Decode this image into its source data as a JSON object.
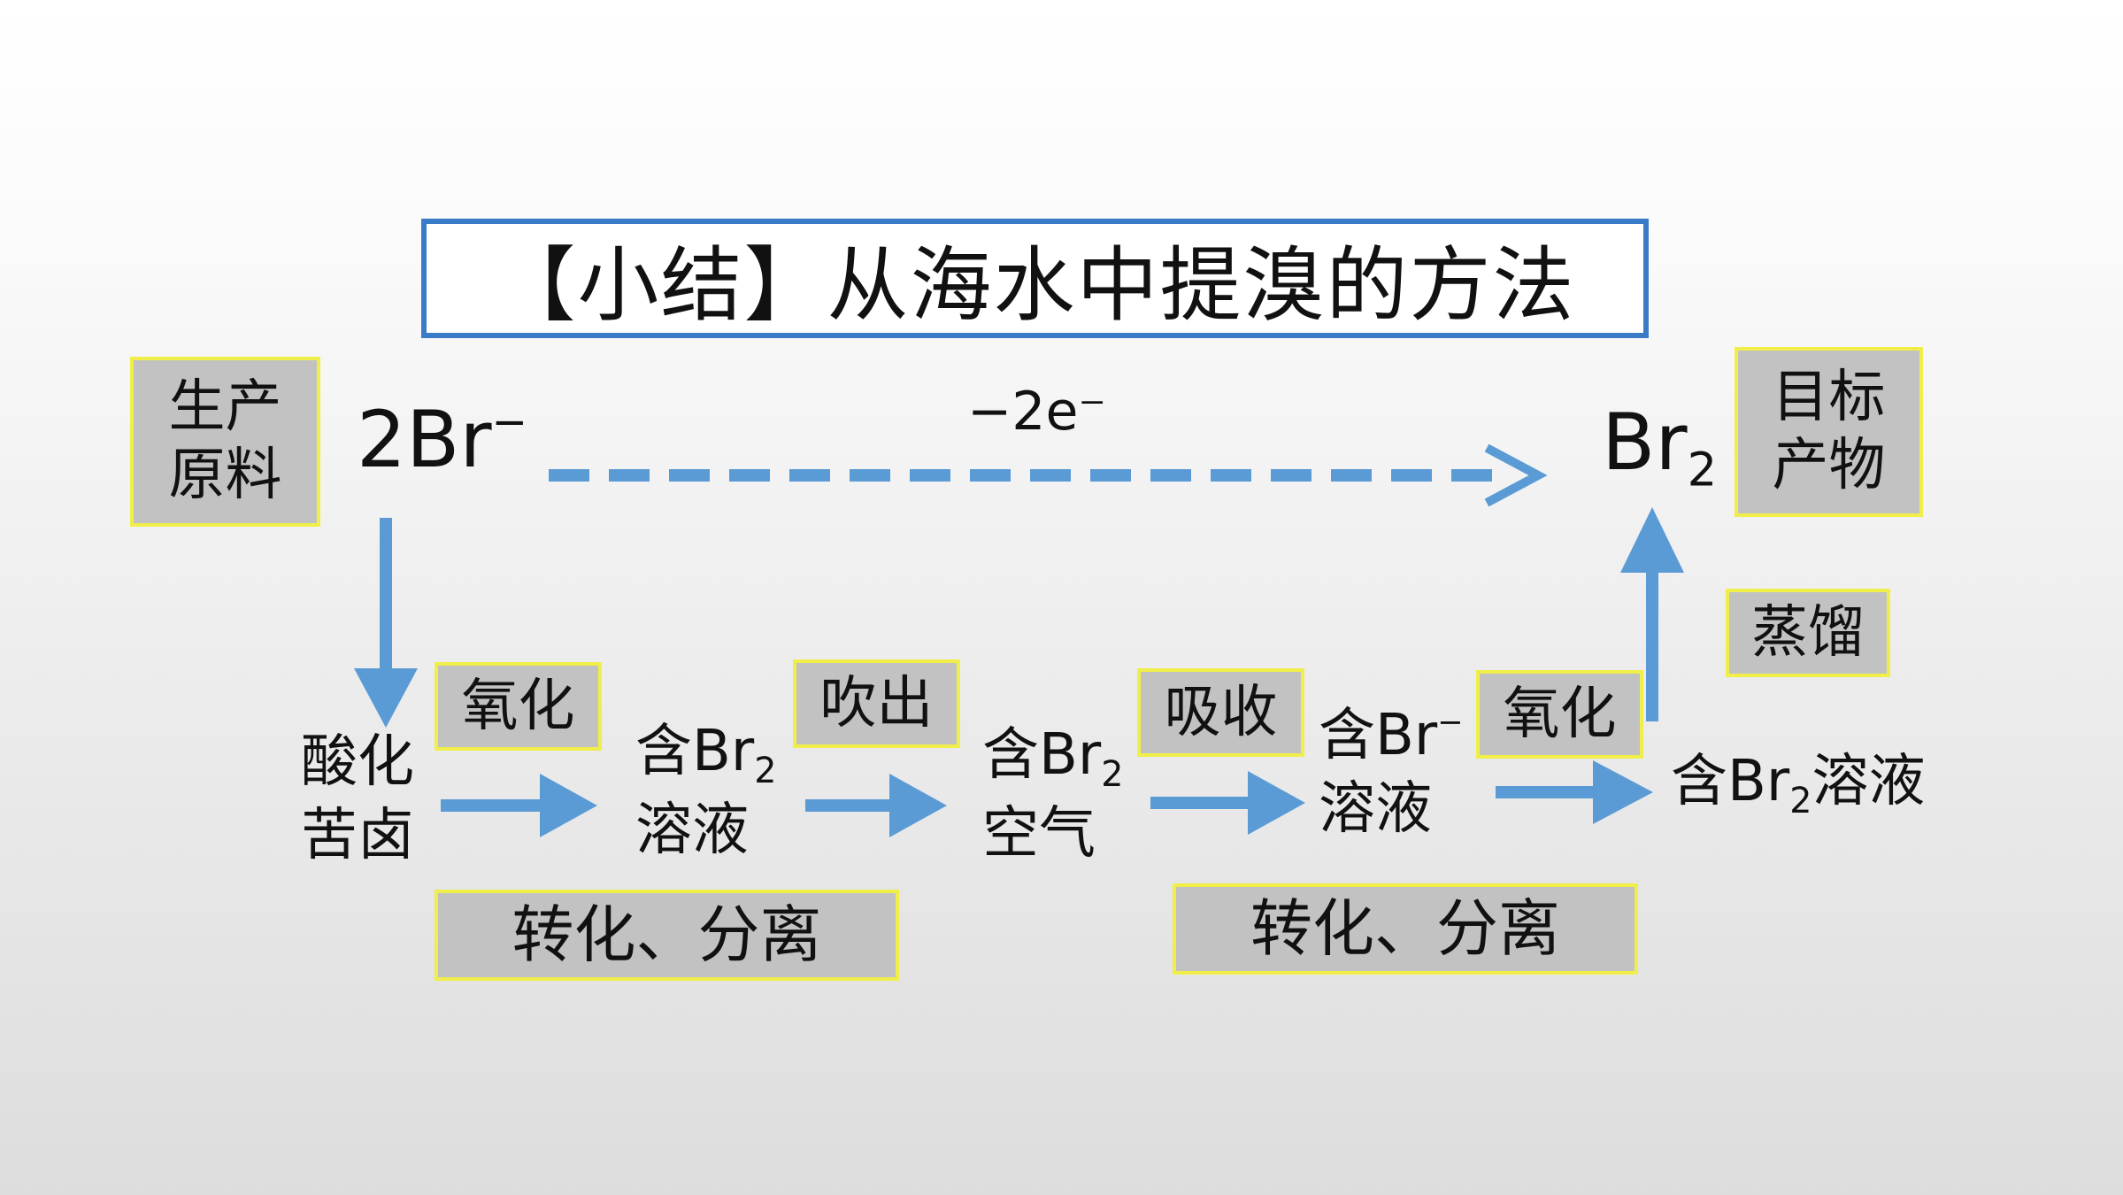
{
  "title": "【小结】从海水中提溴的方法",
  "raw_material_label": [
    "生产",
    "原料"
  ],
  "target_product_label": [
    "目标",
    "产物"
  ],
  "start_species": {
    "main": "2Br",
    "sup": "−"
  },
  "electron_change": "−2e⁻",
  "end_species": {
    "main": "Br",
    "sub": "2"
  },
  "steps": {
    "s1": [
      "酸化",
      "苦卤"
    ],
    "s2": {
      "prefix": "含Br",
      "sub": "2",
      "line2": "溶液"
    },
    "s3": {
      "prefix": "含Br",
      "sub": "2",
      "line2": "空气"
    },
    "s4": {
      "prefix": "含Br",
      "sup": "−",
      "line2": "溶液"
    },
    "s5": {
      "prefix": "含Br",
      "sub": "2",
      "suffix": "溶液"
    }
  },
  "operations": {
    "op1": "氧化",
    "op2": "吹出",
    "op3": "吸收",
    "op4": "氧化",
    "op5": "蒸馏"
  },
  "stage_labels": {
    "stage1": "转化、分离",
    "stage2": "转化、分离"
  },
  "colors": {
    "arrow": "#5b9bd5",
    "title_border": "#3a7bc8",
    "box_fill": "#c2c2c2",
    "box_border": "#f0ef4a"
  }
}
